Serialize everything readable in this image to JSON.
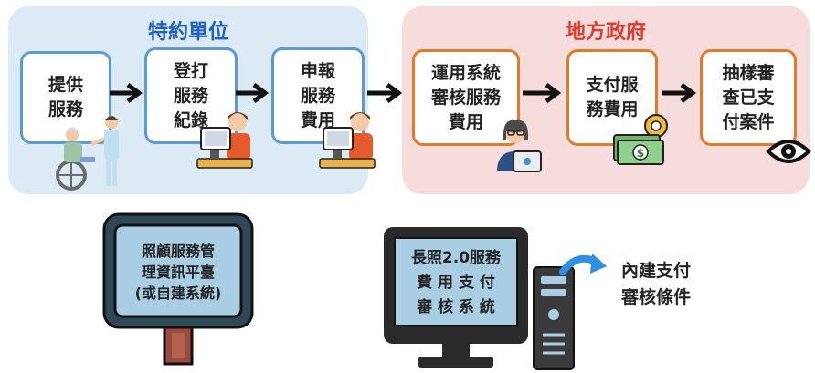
{
  "left_panel": {
    "title": "特約單位",
    "color": "#dceaf5",
    "title_color": "#1f5fbf",
    "steps": [
      "提供\n服務",
      "登打\n服務\n紀錄",
      "申報\n服務\n費用"
    ]
  },
  "right_panel": {
    "title": "地方政府",
    "color": "#f6dcdc",
    "title_color": "#e23a2a",
    "steps": [
      "運用系統\n審核服務\n費用",
      "支付服\n務費用",
      "抽樣審\n查已支\n付案件"
    ]
  },
  "bottom": {
    "monitor1_text": "照顧服務管\n理資訊平臺\n(或自建系統)",
    "computer2_text": "長照2.0服務\n費 用 支 付\n審 核 系 統",
    "side_note": "內建支付\n審核條件"
  },
  "icons": [
    "elderly-care-icon",
    "worker-computer-icon",
    "reviewer-laptop-icon",
    "money-gear-icon",
    "eye-icon",
    "monitor-icon",
    "desktop-computer-icon",
    "curved-arrow-icon"
  ]
}
